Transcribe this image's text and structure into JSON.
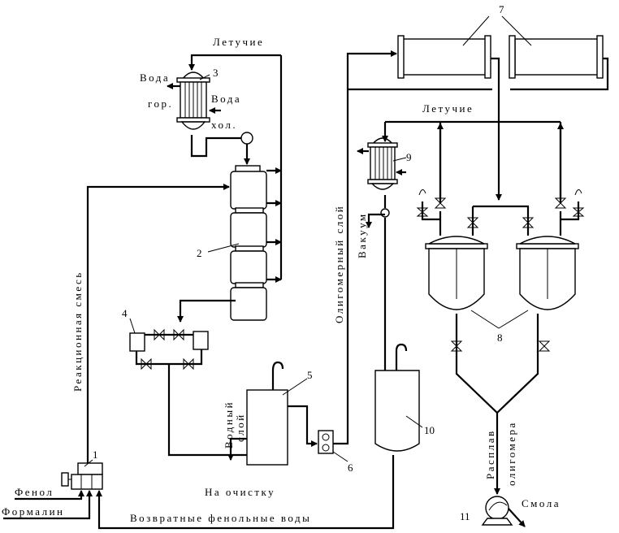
{
  "labels": {
    "letuchie_top": "Летучие",
    "letuchie_right": "Летучие",
    "voda_gor_1": "Вода",
    "voda_gor_2": "гор.",
    "voda_hol_1": "Вода",
    "voda_hol_2": "хол.",
    "reaction_mix": "Реакционная смесь",
    "oligomer_layer": "Олигомерный слой",
    "vacuum": "Вакуум",
    "water_layer_1": "Водный",
    "water_layer_2": "слой",
    "to_cleaning": "На очистку",
    "phenol": "Фенол",
    "formalin": "Формалин",
    "return_waters": "Возвратные фенольные воды",
    "melt_1": "Расплав",
    "melt_2": "олигомера",
    "resin": "Смола"
  },
  "numbers": {
    "n1": "1",
    "n2": "2",
    "n3": "3",
    "n4": "4",
    "n5": "5",
    "n6": "6",
    "n7": "7",
    "n8": "8",
    "n9": "9",
    "n10": "10",
    "n11": "11"
  }
}
